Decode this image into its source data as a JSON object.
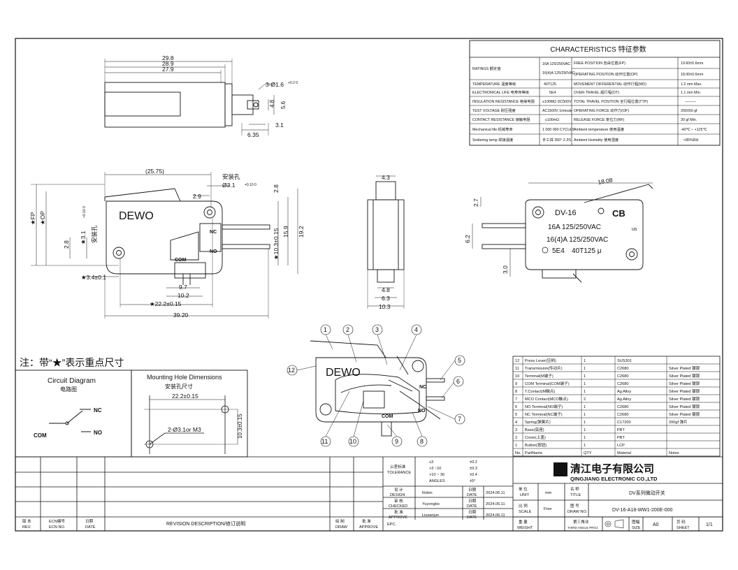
{
  "characteristics": {
    "title": "CHARACTERISTICS 特征参数",
    "left_rows": [
      {
        "label": "RATINGS 额定值",
        "value": "16A 125/250VAC\n16(4)A 125/250VAC"
      },
      {
        "label": "TEMPERATURE 温度等级",
        "value": "40T125"
      },
      {
        "label": "ELECTRONICAL LIFE 电寿命等级",
        "value": "5E4"
      },
      {
        "label": "INSULATION RESISTANCE 绝缘电阻",
        "value": "≥100MΩ DC500V"
      },
      {
        "label": "TEST VOLTAGE 耐压强度",
        "value": "AC1500V 1minute"
      },
      {
        "label": "CONTACT RESISTANCE 接触电阻",
        "value": "≤100mΩ"
      },
      {
        "label": "Mechanical life 机械寿命",
        "value": "1 000 000 CYCLES"
      },
      {
        "label": "Soldering temp 焊接温度",
        "value": "手工焊 350° 2-3S"
      }
    ],
    "right_rows": [
      {
        "label": "FREE POSITION 自由位置(FP)",
        "value": "19.60±0.6mm"
      },
      {
        "label": "OPERATING POSITION 动作位置(OP)",
        "value": "18.00±0.6mm"
      },
      {
        "label": "MOVEMENT DIFFERENTIAL 动作行程(MD)",
        "value": "1.2 mm Max."
      },
      {
        "label": "OVER-TRAVEL 超行程(OT)",
        "value": "1.1 mm Min."
      },
      {
        "label": "TOTAL TRAVEL POSITION 全行程位置(TTP)",
        "value": "———"
      },
      {
        "label": "OPERATING FORCE 动作力(OF)",
        "value": "200±50 gf"
      },
      {
        "label": "RELEASE FORCE 复位力(RF)",
        "value": "30 gf Min."
      },
      {
        "label": "Ambient temperature 使用温度",
        "value": "-40℃ ~ +125℃"
      },
      {
        "label": "Ambient Humidity 使用湿度",
        "value": "<85%RH"
      }
    ]
  },
  "top_view": {
    "dim_a": "29.8",
    "dim_b": "28.9",
    "dim_c": "27.9",
    "hole": "3-Ø1.6",
    "hole_tol": "+0.2 0",
    "d_48": "4.8",
    "d_56": "5.6",
    "d_31": "3.1",
    "d_635": "6.35"
  },
  "front_view": {
    "d_2575": "(25.75)",
    "mount_hole": "安装孔",
    "hole_dim": "Ø3.1",
    "hole_tol": "+0.10 0",
    "d_29": "2.9",
    "d_28a": "2.8",
    "fp": "★FP",
    "op": "★OP",
    "d_28b": "2.8",
    "d_31b": "★3.1",
    "d_31b_tol": "+0.10 0",
    "hole_label": "安装孔",
    "d_34": "★3.4±0.1",
    "d_103": "★10.3±0.15",
    "d_159": "15.9",
    "d_192": "19.2",
    "d_97": "9.7",
    "d_102": "10.2",
    "d_222": "★22.2±0.15",
    "d_392": "39.20",
    "brand": "DEWO",
    "nc": "NC",
    "no": "NO",
    "com": "COM"
  },
  "side_view": {
    "d_43": "4.3",
    "d_48": "4.8",
    "d_63": "6.3",
    "d_103": "10.3"
  },
  "back_view": {
    "d_1808": "18.08",
    "d_27": "2.7",
    "d_62": "6.2",
    "d_30": "3.0",
    "model": "DV-16",
    "cb": "CB",
    "rating1": "16A 125/250VAC",
    "rating2": "16(4)A 125/250VAC",
    "life": "5E4",
    "temp": "40T125 μ",
    "us": "us"
  },
  "note": "注：带“★”表示重点尺寸",
  "circuit": {
    "title_en": "Circuit Diagram",
    "title_cn": "电路图",
    "nc": "NC",
    "no": "NO",
    "com": "COM"
  },
  "mounting": {
    "title_en": "Mounting Hole Dimensions",
    "title_cn": "安装孔尺寸",
    "d_222": "22.2±0.15",
    "holes": "2-Ø3.1or M3",
    "d_103": "10.3±0.15"
  },
  "exploded": {
    "callouts": [
      "1",
      "2",
      "3",
      "4",
      "5",
      "6",
      "7",
      "8",
      "9",
      "10",
      "11",
      "12"
    ],
    "brand": "DEWO",
    "nc": "NC",
    "no": "NO",
    "com": "COM"
  },
  "bom": {
    "rows": [
      {
        "no": "12",
        "name": "Press Lever(压柄)",
        "qty": "1",
        "material": "SUS301",
        "note": ""
      },
      {
        "no": "11",
        "name": "Transmission(传动片)",
        "qty": "1",
        "material": "C2680",
        "note": "Silver Plated 镀银"
      },
      {
        "no": "10",
        "name": "Terminal(M端子)",
        "qty": "1",
        "material": "C2680",
        "note": "Silver Plated 镀银"
      },
      {
        "no": "9",
        "name": "COM Terminal(COM端子)",
        "qty": "1",
        "material": "C2680",
        "note": "Silver Plated 镀银"
      },
      {
        "no": "8",
        "name": "T.Contact(M触点)",
        "qty": "1",
        "material": "Ag Alloy",
        "note": "Silver Plated 镀银"
      },
      {
        "no": "7",
        "name": "MCO Contact(MCO触点)",
        "qty": "2",
        "material": "Ag Alloy",
        "note": "Silver Plated 镀银"
      },
      {
        "no": "6",
        "name": "NO Terminal(NO端子)",
        "qty": "1",
        "material": "C2680",
        "note": "Silver Plated 镀银"
      },
      {
        "no": "5",
        "name": "NC Terminal(NC端子)",
        "qty": "1",
        "material": "C2680",
        "note": "Silver Plated 镀银"
      },
      {
        "no": "4",
        "name": "Spring(弹簧片)",
        "qty": "1",
        "material": "C17200",
        "note": "200gf 弹片"
      },
      {
        "no": "3",
        "name": "Base(底座)",
        "qty": "1",
        "material": "PBT",
        "note": ""
      },
      {
        "no": "2",
        "name": "Cover(上盖)",
        "qty": "1",
        "material": "PBT",
        "note": ""
      },
      {
        "no": "1",
        "name": "Button(按钮)",
        "qty": "1",
        "material": "LCP",
        "note": ""
      }
    ],
    "header": {
      "no": "No.",
      "name": "PartName",
      "qty": "QTY",
      "material": "Material",
      "note": "Notes"
    }
  },
  "title_block": {
    "tolerance_label": "公差标准",
    "tolerance_en": "TOLERANCE",
    "tol_rows": [
      {
        "range": "≤3",
        "value": "±0.2"
      },
      {
        "range": ">3 ~10",
        "value": "±0.3"
      },
      {
        "range": ">10 ~ 30",
        "value": "±0.4"
      },
      {
        "range": "ANGLES",
        "value": "±5°"
      }
    ],
    "design_cn": "设 计",
    "design_en": "DESIGN",
    "designer": "Robin",
    "check_cn": "审 核",
    "check_en": "CHECKED",
    "checker": "Yuyongbo",
    "approve_cn": "批 准",
    "approve_en": "APPROVE",
    "approver": "Liusanjun",
    "date_cn": "日期",
    "date_en": "DATE",
    "date1": "2024.06.11",
    "date2": "2024.06.11",
    "date3": "2024.06.11",
    "company_cn": "清江电子有限公司",
    "company_en": "QINGJIANG ELECTRONIC CO.,LTD",
    "unit_cn": "单 位",
    "unit_en": "UNIT",
    "unit": "mm",
    "title_cn": "名 称",
    "title_en": "TITLE",
    "title": "DV系列微动开关",
    "scale_cn": "比 例",
    "scale_en": "SCALE",
    "scale": "Free",
    "drawno_cn": "图 号",
    "drawno_en": "DRAW NO.",
    "drawno": "DV-16-A18-WW1-200E-000",
    "weight_cn": "重 量",
    "weight_en": "WEIGHT",
    "proj_cn": "第三角法",
    "proj_en": "THIRD ANGLE PROJ.",
    "size_cn": "图幅",
    "size_en": "SIZE",
    "size": "A0",
    "sheet_cn": "页 码",
    "sheet_en": "SHEET",
    "sheet": "1/1",
    "rev_cn": "版 本",
    "rev_en": "REV.",
    "ecn_cn": "ECN编号",
    "ecn_en": "ECN NO.",
    "rdate_cn": "日期",
    "rdate_en": "DATE",
    "desc": "REVISION DESCRIPTION/修订说明",
    "draw_cn": "绘 制",
    "draw_en": "DRAW",
    "appr_cn": "批 准",
    "appr_en": "APPROVE",
    "epc": "EPC."
  }
}
